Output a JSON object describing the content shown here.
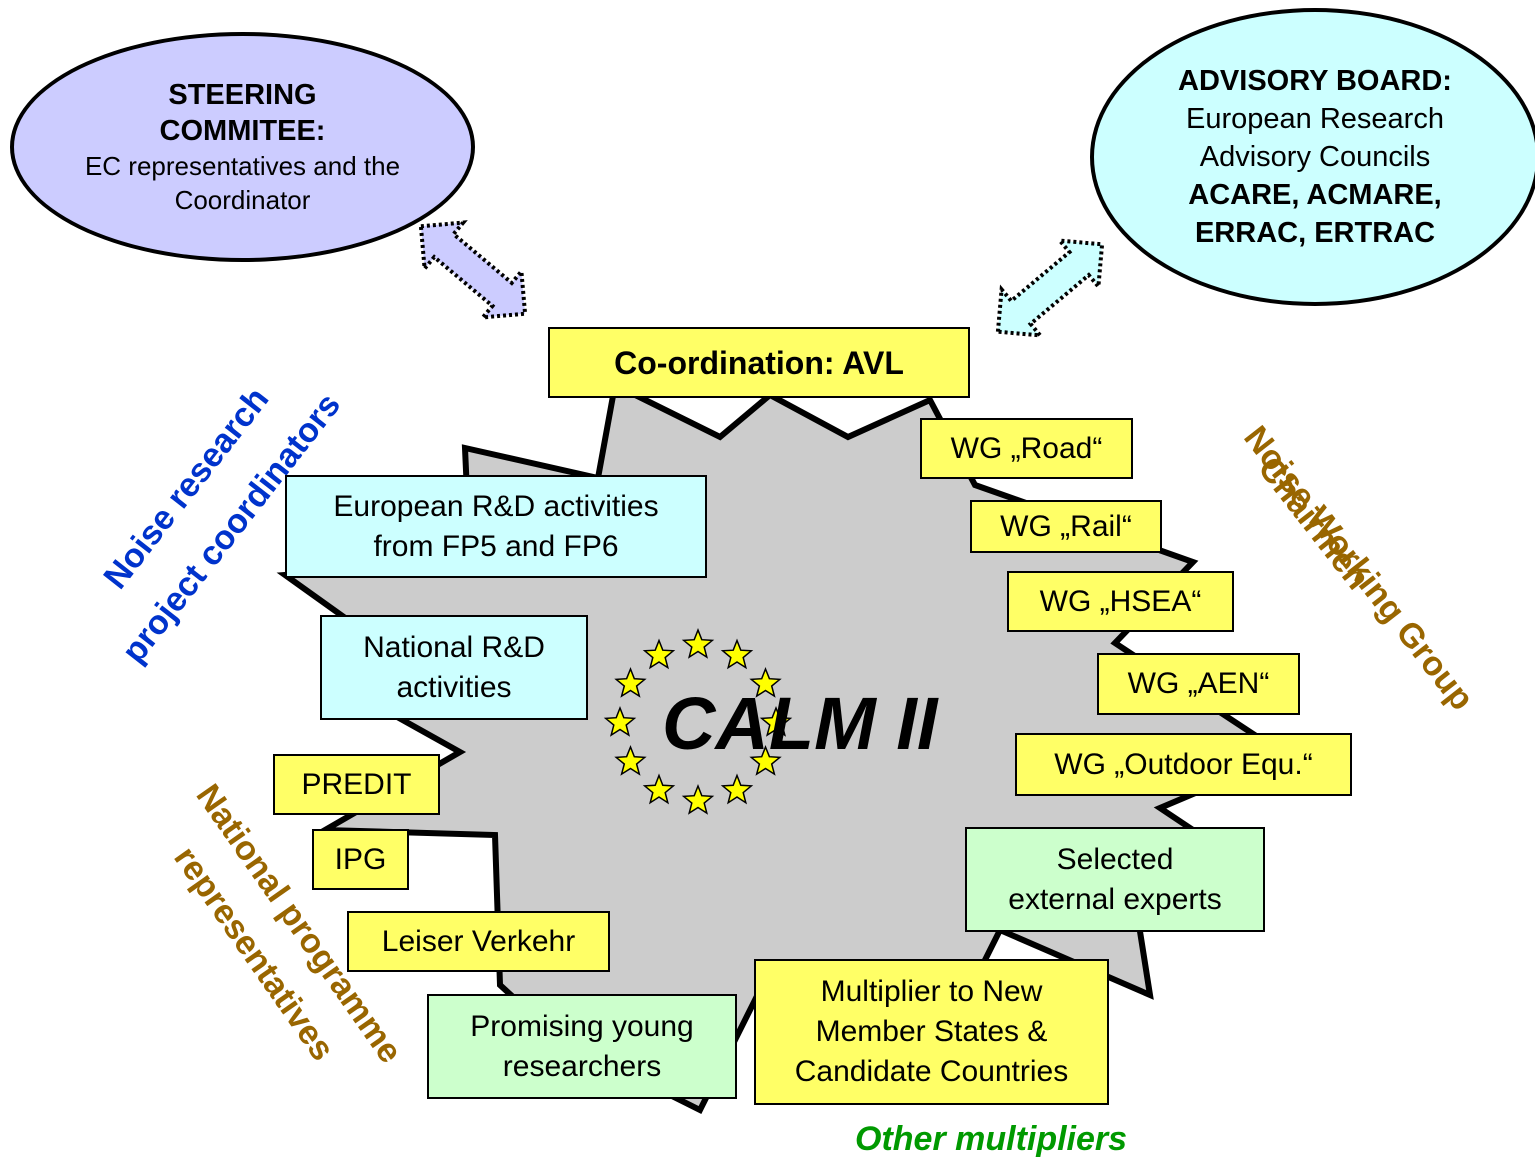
{
  "steering": {
    "title_line1": "STEERING",
    "title_line2": "COMMITEE:",
    "desc_line1": "EC representatives and the",
    "desc_line2": "Coordinator"
  },
  "advisory": {
    "title": "ADVISORY BOARD:",
    "line1": "European Research",
    "line2": "Advisory Councils",
    "line3": "ACARE, ACMARE,",
    "line4": "ERRAC, ERTRAC"
  },
  "coordination": {
    "label": "Co-ordination: AVL"
  },
  "center": {
    "title": "CALM II"
  },
  "european_rd": {
    "line1": "European R&D activities",
    "line2": "from FP5 and FP6"
  },
  "national_rd": {
    "line1": "National R&D",
    "line2": "activities"
  },
  "programmes": [
    {
      "label": "PREDIT"
    },
    {
      "label": "IPG"
    },
    {
      "label": "Leiser Verkehr"
    }
  ],
  "working_groups": [
    {
      "label": "WG „Road“"
    },
    {
      "label": "WG „Rail“"
    },
    {
      "label": "WG „HSEA“"
    },
    {
      "label": "WG „AEN“"
    },
    {
      "label": "WG „Outdoor Equ.“"
    }
  ],
  "experts": {
    "line1": "Selected",
    "line2": "external experts"
  },
  "multiplier": {
    "line1": "Multiplier to New",
    "line2": "Member States &",
    "line3": "Candidate Countries"
  },
  "young": {
    "line1": "Promising young",
    "line2": "researchers"
  },
  "side_labels": {
    "noise_research_line1": "Noise research",
    "noise_research_line2": "project coordinators",
    "national_line1": "National programme",
    "national_line2": "representatives",
    "wg_line1": "Noise Working Group",
    "wg_line2": "Chairmen",
    "other": "Other multipliers"
  },
  "colors": {
    "steering_fill": "#ccccff",
    "advisory_fill": "#ccffff",
    "burst_fill": "#cccccc",
    "yellow_box": "#ffff66",
    "cyan_box": "#ccffff",
    "green_box": "#ccffcc",
    "blue_text": "#0033cc",
    "brown_text": "#996600",
    "green_text": "#009900",
    "star": "#ffff00"
  },
  "icons": {
    "eu_stars": "star-circle-icon",
    "arrow_left": "double-arrow-icon",
    "arrow_right": "double-arrow-icon"
  }
}
